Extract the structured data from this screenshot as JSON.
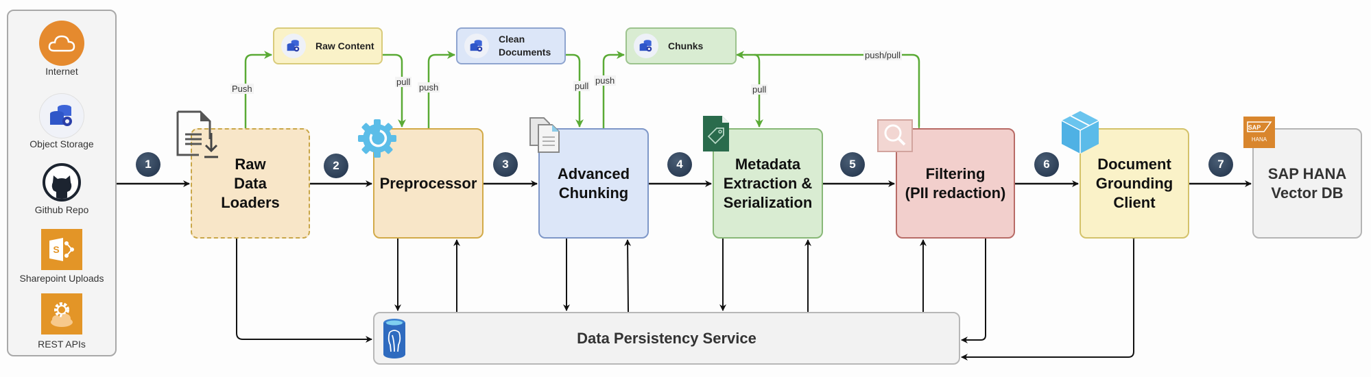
{
  "sources": {
    "items": [
      {
        "label": "Internet",
        "icon": "cloud-icon"
      },
      {
        "label": "Object Storage",
        "icon": "database-gear-icon"
      },
      {
        "label": "Github Repo",
        "icon": "github-icon"
      },
      {
        "label": "Sharepoint Uploads",
        "icon": "sharepoint-icon"
      },
      {
        "label": "REST APIs",
        "icon": "api-gear-cloud-icon"
      }
    ]
  },
  "pipeline": {
    "stages": [
      {
        "id": "raw-data-loaders",
        "label": "Raw\nData\nLoaders",
        "icon": "document-download-icon",
        "fill": "#f8e6c8",
        "border": "#c9a648"
      },
      {
        "id": "preprocessor",
        "label": "Preprocessor",
        "icon": "gear-refresh-icon",
        "fill": "#f8e6c8",
        "border": "#d2aa48"
      },
      {
        "id": "advanced-chunking",
        "label": "Advanced\nChunking",
        "icon": "documents-icon",
        "fill": "#dce6f8",
        "border": "#7e97c8"
      },
      {
        "id": "metadata-extraction",
        "label": "Metadata\nExtraction &\nSerialization",
        "icon": "tag-file-icon",
        "fill": "#d9ecd2",
        "border": "#88b877"
      },
      {
        "id": "filtering",
        "label": "Filtering\n(PII redaction)",
        "icon": "search-icon",
        "fill": "#f2cfcc",
        "border": "#b86b66"
      },
      {
        "id": "document-grounding-client",
        "label": "Document\nGrounding\nClient",
        "icon": "box-icon",
        "fill": "#faf2c8",
        "border": "#d3c26a"
      },
      {
        "id": "sap-hana-vector-db",
        "label": "SAP HANA\nVector DB",
        "icon": "sap-hana-icon",
        "fill": "#f2f2f2",
        "border": "#b4b4b4"
      }
    ],
    "steps": [
      "1",
      "2",
      "3",
      "4",
      "5",
      "6",
      "7"
    ]
  },
  "stores": [
    {
      "id": "raw-content",
      "label": "Raw Content",
      "fill": "#faf2c8",
      "border": "#d9cb7a"
    },
    {
      "id": "clean-documents",
      "label": "Clean\nDocuments",
      "fill": "#dce6f8",
      "border": "#8ea4cf"
    },
    {
      "id": "chunks",
      "label": "Chunks",
      "fill": "#d9ecd2",
      "border": "#9cc38d"
    }
  ],
  "edge_labels": {
    "push1": "Push",
    "pull1": "pull",
    "push2": "push",
    "pull2": "pull",
    "push3": "push",
    "pull3": "pull",
    "pushpull": "push/pull"
  },
  "persistence": {
    "label": "Data Persistency Service",
    "icon": "postgres-database-icon"
  },
  "colors": {
    "flow": "#111111",
    "store_flow": "#5aaa35",
    "step_badge": "#2b3c52"
  }
}
